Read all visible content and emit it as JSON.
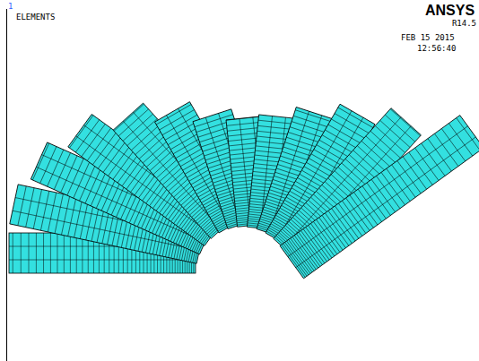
{
  "diagram": {
    "labels": [
      "1",
      "ELEMENTS",
      "ANSYS",
      "R14.5",
      "FEB 15 2015",
      "12:56:40"
    ]
  }
}
